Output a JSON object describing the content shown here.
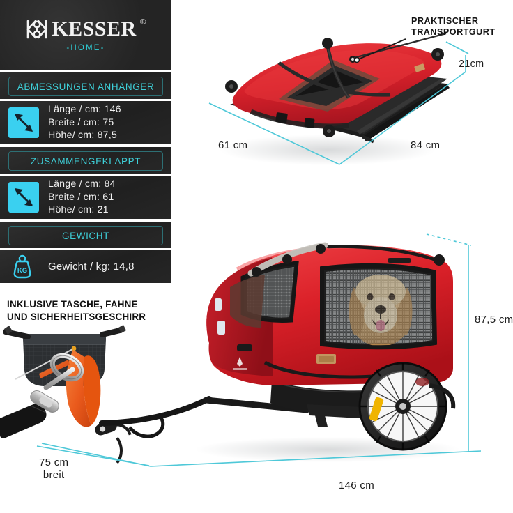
{
  "brand": {
    "name": "KESSER",
    "registered": "®",
    "sub": "-HOME-",
    "logo_icon": "kesser-monogram-icon"
  },
  "colors": {
    "accent_cyan": "#3ecfd8",
    "icon_cyan": "#3ad0f0",
    "panel_dark": "#262626",
    "dimension_line": "#4ec8d8",
    "product_red": "#d8202a",
    "flag_orange": "#ee6322"
  },
  "spec_panel": {
    "sections": [
      {
        "header": "ABMESSUNGEN ANHÄNGER",
        "icon": "diagonal-arrows-icon",
        "lines": [
          "Länge / cm: 146",
          "Breite / cm: 75",
          "Höhe/ cm: 87,5"
        ]
      },
      {
        "header": "ZUSAMMENGEKLAPPT",
        "icon": "diagonal-arrows-icon",
        "lines": [
          "Länge / cm: 84",
          "Breite / cm: 61",
          "Höhe/ cm: 21"
        ]
      },
      {
        "header": "GEWICHT",
        "icon": "kg-weight-icon",
        "lines": [
          "Gewicht / kg: 14,8"
        ]
      }
    ]
  },
  "includes_caption": {
    "line1": "INKLUSIVE TASCHE, FAHNE",
    "line2": "UND SICHERHEITSGESCHIRR"
  },
  "callouts": {
    "transport_strap": {
      "line1": "PRAKTISCHER",
      "line2": "TRANSPORTGURT"
    }
  },
  "dimensions": {
    "folded_height": "21cm",
    "folded_width": "61 cm",
    "folded_length": "84 cm",
    "open_height": "87,5 cm",
    "open_length": "146 cm",
    "open_width_line1": "75 cm",
    "open_width_line2": "breit"
  },
  "images": {
    "folded_trailer": "folded-bike-trailer-photo",
    "open_trailer": "open-bike-trailer-with-dog-photo",
    "accessories": "storage-bag-flag-and-harness-photo"
  }
}
